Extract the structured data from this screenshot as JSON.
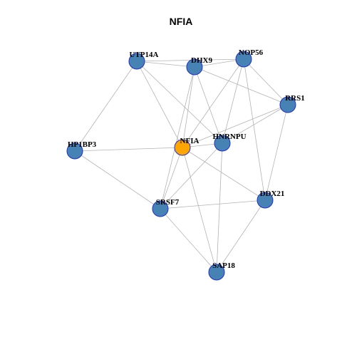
{
  "graph": {
    "title": "NFIA",
    "colors": {
      "node_default": "#4682b4",
      "node_center": "#ffa500",
      "node_border": "#1f2fd0",
      "edge": "#b3b3b3"
    },
    "nodes": [
      {
        "id": "UTP14A",
        "label": "UTP14A"
      },
      {
        "id": "DHX9",
        "label": "DHX9"
      },
      {
        "id": "NOP56",
        "label": "NOP56"
      },
      {
        "id": "RRS1",
        "label": "RRS1"
      },
      {
        "id": "HP1BP3",
        "label": "HP1BP3"
      },
      {
        "id": "NFIA",
        "label": "NFIA",
        "center": true
      },
      {
        "id": "HNRNPU",
        "label": "HNRNPU"
      },
      {
        "id": "SRSF7",
        "label": "SRSF7"
      },
      {
        "id": "DDX21",
        "label": "DDX21"
      },
      {
        "id": "SAP18",
        "label": "SAP18"
      }
    ],
    "edges": [
      [
        "UTP14A",
        "DHX9"
      ],
      [
        "UTP14A",
        "NOP56"
      ],
      [
        "UTP14A",
        "HP1BP3"
      ],
      [
        "UTP14A",
        "NFIA"
      ],
      [
        "UTP14A",
        "HNRNPU"
      ],
      [
        "DHX9",
        "NOP56"
      ],
      [
        "DHX9",
        "RRS1"
      ],
      [
        "DHX9",
        "NFIA"
      ],
      [
        "DHX9",
        "HNRNPU"
      ],
      [
        "DHX9",
        "SRSF7"
      ],
      [
        "NOP56",
        "RRS1"
      ],
      [
        "NOP56",
        "NFIA"
      ],
      [
        "NOP56",
        "HNRNPU"
      ],
      [
        "NOP56",
        "DDX21"
      ],
      [
        "RRS1",
        "HNRNPU"
      ],
      [
        "RRS1",
        "NFIA"
      ],
      [
        "RRS1",
        "DDX21"
      ],
      [
        "HP1BP3",
        "NFIA"
      ],
      [
        "HP1BP3",
        "SRSF7"
      ],
      [
        "NFIA",
        "HNRNPU"
      ],
      [
        "NFIA",
        "SRSF7"
      ],
      [
        "NFIA",
        "DDX21"
      ],
      [
        "NFIA",
        "SAP18"
      ],
      [
        "HNRNPU",
        "SRSF7"
      ],
      [
        "HNRNPU",
        "SAP18"
      ],
      [
        "SRSF7",
        "DDX21"
      ],
      [
        "SRSF7",
        "SAP18"
      ],
      [
        "DDX21",
        "SAP18"
      ]
    ]
  }
}
